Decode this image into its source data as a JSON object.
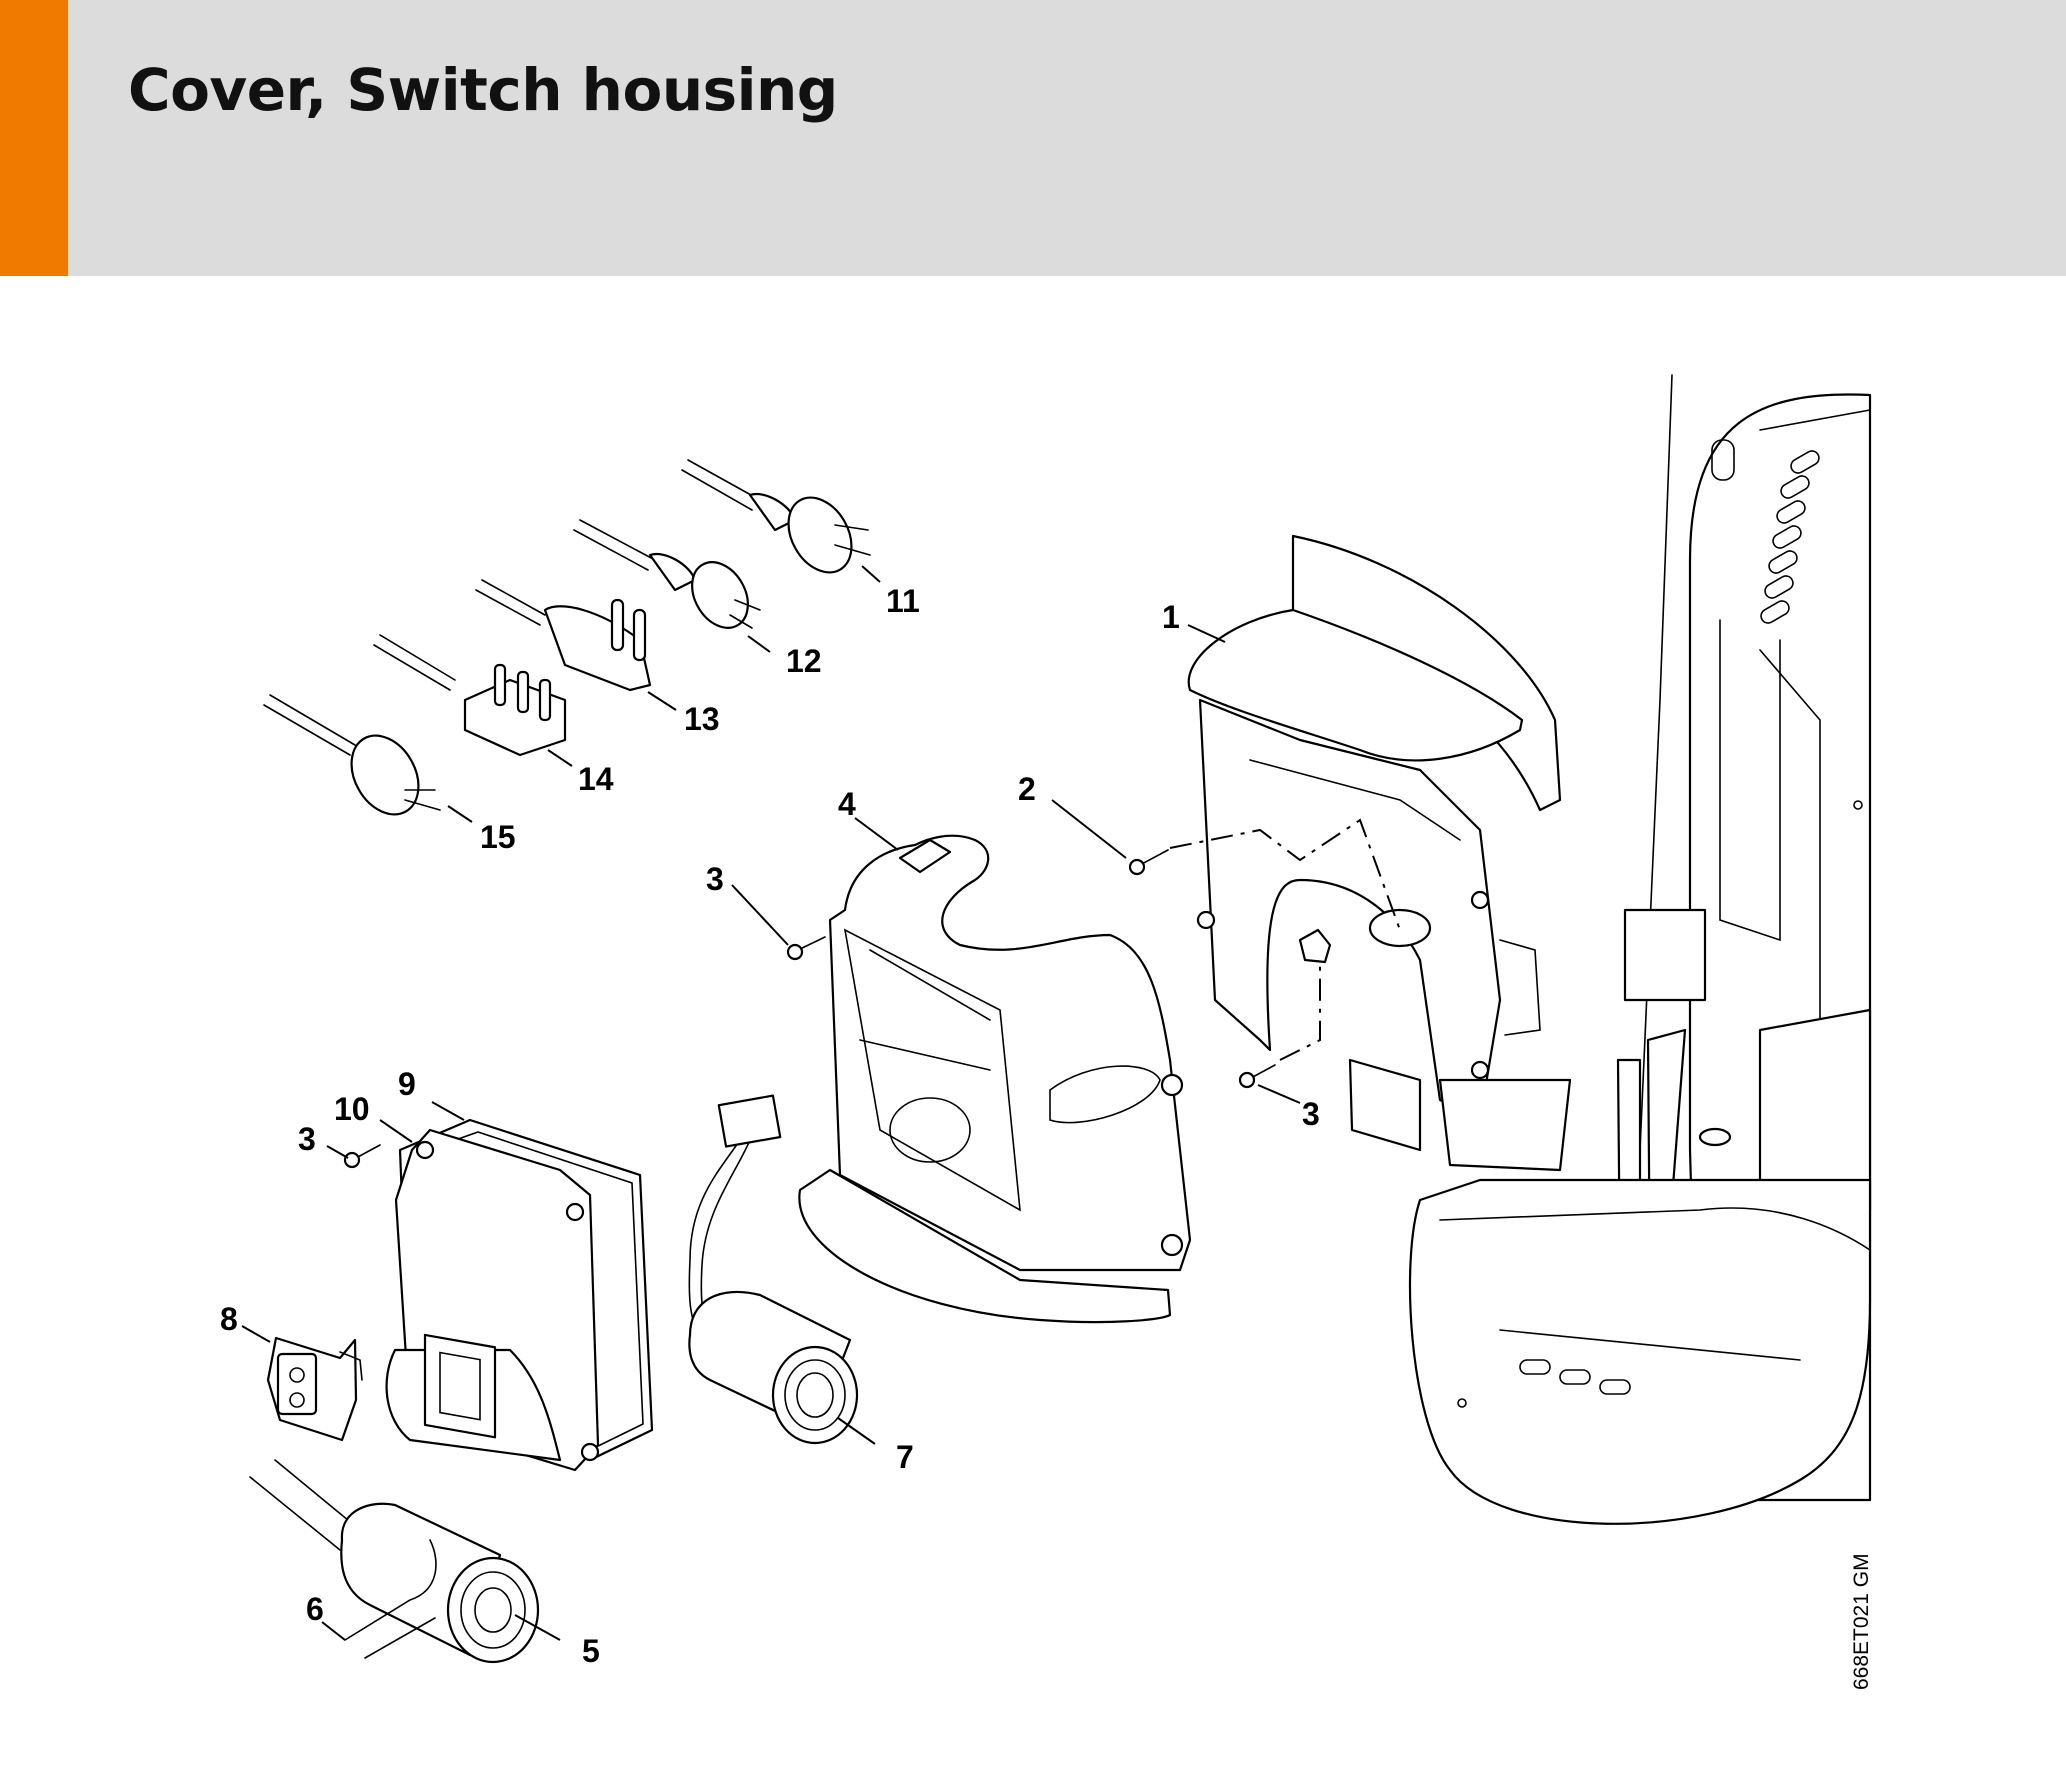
{
  "header": {
    "title": "Cover, Switch housing",
    "accent_color": "#f07a00",
    "band_color": "#dcdcdc"
  },
  "diagram": {
    "reference_code": "668ET021 GM",
    "callouts": [
      "1",
      "2",
      "3",
      "3",
      "3",
      "4",
      "5",
      "6",
      "7",
      "8",
      "9",
      "10",
      "11",
      "12",
      "13",
      "14",
      "15"
    ]
  }
}
